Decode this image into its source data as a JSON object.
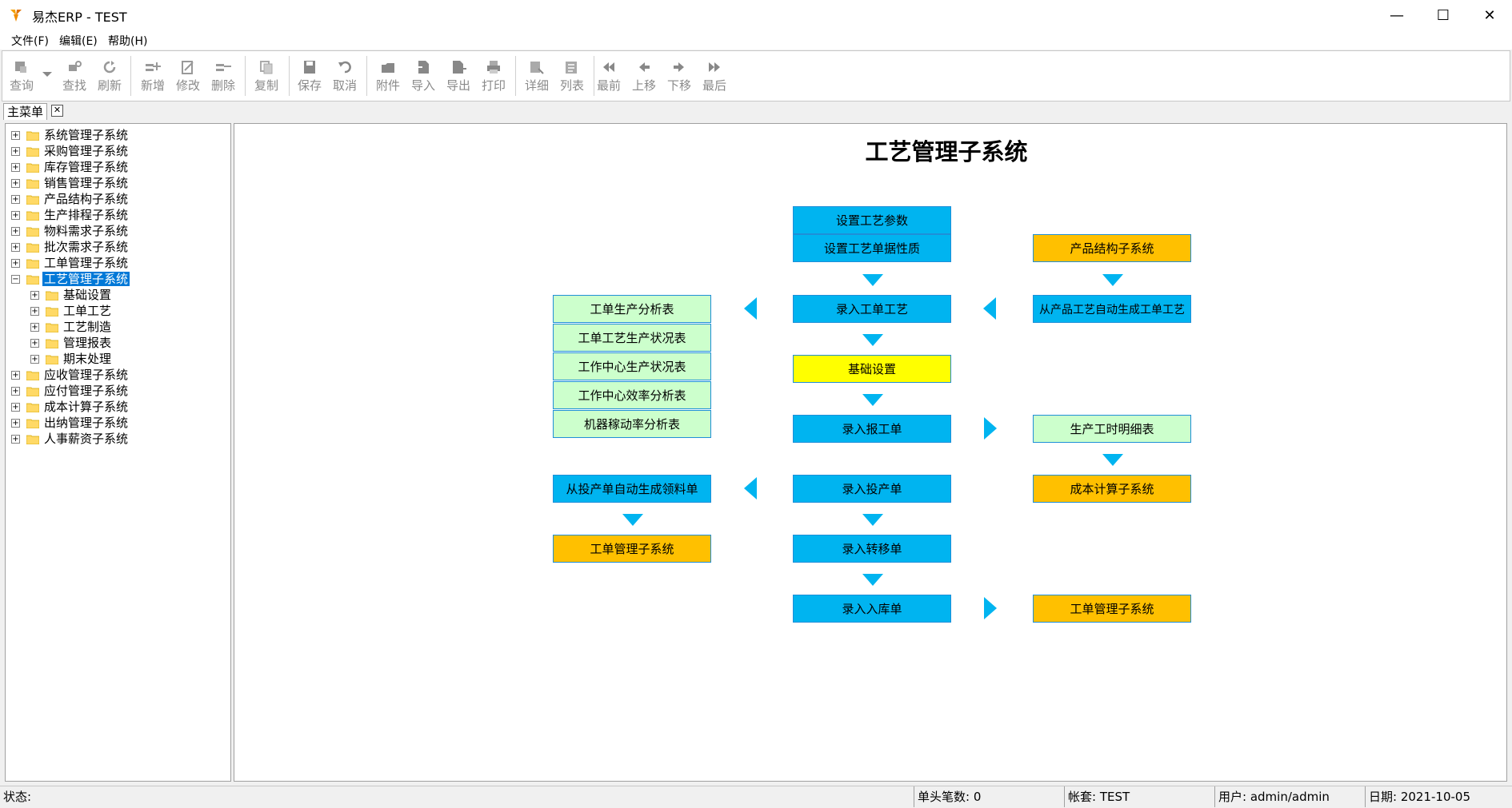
{
  "window": {
    "title": "易杰ERP - TEST",
    "minimize": "—",
    "maximize": "☐",
    "close": "✕"
  },
  "menu": [
    "文件(F)",
    "编辑(E)",
    "帮助(H)"
  ],
  "toolbar": {
    "query": "查询",
    "find": "查找",
    "refresh": "刷新",
    "add": "新增",
    "edit": "修改",
    "delete": "删除",
    "copy": "复制",
    "save": "保存",
    "cancel": "取消",
    "attach": "附件",
    "import": "导入",
    "export": "导出",
    "print": "打印",
    "detail": "详细",
    "list": "列表",
    "first": "最前",
    "up": "上移",
    "down": "下移",
    "last": "最后"
  },
  "tabs": {
    "main": "主菜单",
    "close": "✕"
  },
  "tree": {
    "expand": "+",
    "collapse": "−",
    "items": [
      "系统管理子系统",
      "采购管理子系统",
      "库存管理子系统",
      "销售管理子系统",
      "产品结构子系统",
      "生产排程子系统",
      "物料需求子系统",
      "批次需求子系统",
      "工单管理子系统",
      "工艺管理子系统"
    ],
    "children": [
      "基础设置",
      "工单工艺",
      "工艺制造",
      "管理报表",
      "期末处理"
    ],
    "items_after": [
      "应收管理子系统",
      "应付管理子系统",
      "成本计算子系统",
      "出纳管理子系统",
      "人事薪资子系统"
    ]
  },
  "flow": {
    "title": "工艺管理子系统",
    "set_params": "设置工艺参数",
    "set_doc_props": "设置工艺单据性质",
    "enter_wo_process": "录入工单工艺",
    "basic_settings": "基础设置",
    "enter_report": "录入报工单",
    "enter_production": "录入投产单",
    "enter_transfer": "录入转移单",
    "enter_stockin": "录入入库单",
    "product_structure": "产品结构子系统",
    "auto_gen_wo_process": "从产品工艺自动生成工单工艺",
    "labor_hours_detail": "生产工时明细表",
    "cost_calc": "成本计算子系统",
    "wo_mgmt_right": "工单管理子系统",
    "reports": [
      "工单生产分析表",
      "工单工艺生产状况表",
      "工作中心生产状况表",
      "工作中心效率分析表",
      "机器稼动率分析表"
    ],
    "auto_gen_picking": "从投产单自动生成领料单",
    "wo_mgmt_left": "工单管理子系统"
  },
  "colors": {
    "blue": "#00b4f0",
    "green": "#ccffcc",
    "orange": "#ffc000",
    "yellow": "#ffff00",
    "selection": "#0078d7"
  },
  "status": {
    "state": "状态:",
    "header_count": "单头笔数: 0",
    "account": "帐套: TEST",
    "user": "用户: admin/admin",
    "date": "日期: 2021-10-05"
  }
}
